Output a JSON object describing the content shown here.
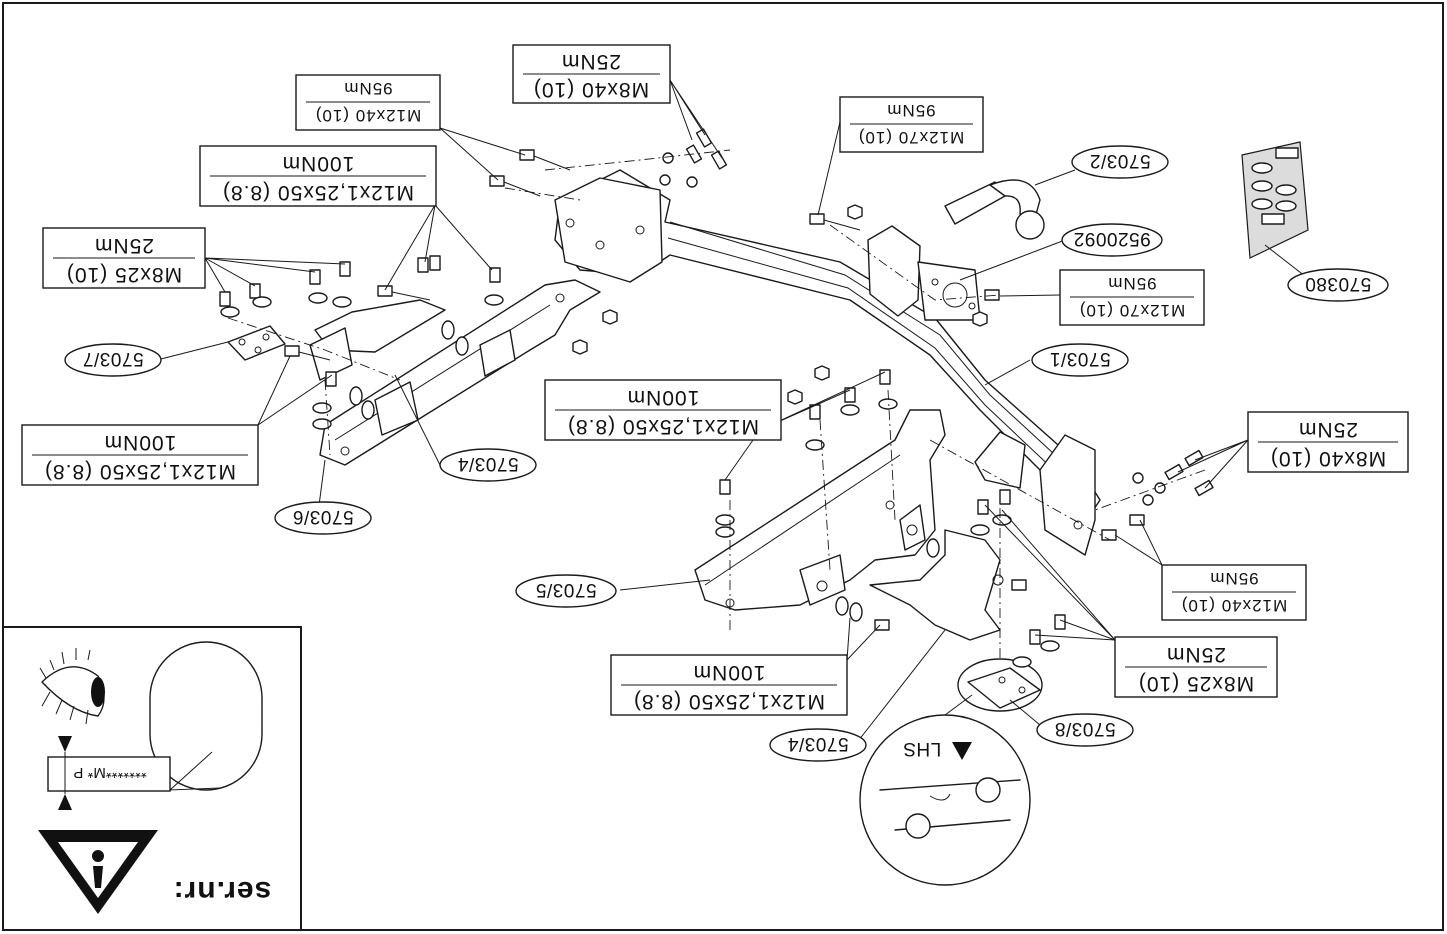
{
  "spec_labels": [
    {
      "id": "m8x40-top",
      "line1": "M8x40 (10)",
      "line2": "25Nm"
    },
    {
      "id": "m12x40-top",
      "line1": "M12x40 (10)",
      "line2": "95Nm"
    },
    {
      "id": "m12x70-top",
      "line1": "M12x70 (10)",
      "line2": "95Nm"
    },
    {
      "id": "m12x125-left",
      "line1": "M12x1,25x50 (8.8)",
      "line2": "100Nm"
    },
    {
      "id": "m8x25-left",
      "line1": "M8x25 (10)",
      "line2": "25Nm"
    },
    {
      "id": "m12x70-right",
      "line1": "M12x70 (10)",
      "line2": "95Nm"
    },
    {
      "id": "m12x125-center",
      "line1": "M12x1,25x50 (8.8)",
      "line2": "100Nm"
    },
    {
      "id": "m12x125-lowleft",
      "line1": "M12x1,25x50 (8.8)",
      "line2": "100Nm"
    },
    {
      "id": "m8x40-right",
      "line1": "M8x40 (10)",
      "line2": "25Nm"
    },
    {
      "id": "m12x40-right",
      "line1": "M12x40 (10)",
      "line2": "95Nm"
    },
    {
      "id": "m12x125-bottom",
      "line1": "M12x1,25x50 (8.8)",
      "line2": "100Nm"
    },
    {
      "id": "m8x25-right",
      "line1": "M8x25 (10)",
      "line2": "25Nm"
    }
  ],
  "part_tags": [
    {
      "id": "p5703-2",
      "text": "5703/2"
    },
    {
      "id": "p9520092",
      "text": "9520092"
    },
    {
      "id": "p570380",
      "text": "570380"
    },
    {
      "id": "p5703-7",
      "text": "5703/7"
    },
    {
      "id": "p5703-1",
      "text": "5703/1"
    },
    {
      "id": "p5703-4-left",
      "text": "5703/4"
    },
    {
      "id": "p5703-6",
      "text": "5703/6"
    },
    {
      "id": "p5703-5",
      "text": "5703/5"
    },
    {
      "id": "p5703-4-bottom",
      "text": "5703/4"
    },
    {
      "id": "p5703-8",
      "text": "5703/8"
    }
  ],
  "detail_label": "LHS",
  "legend": {
    "serial_label": "ser.nr:",
    "plate_text": "*******M* P"
  }
}
